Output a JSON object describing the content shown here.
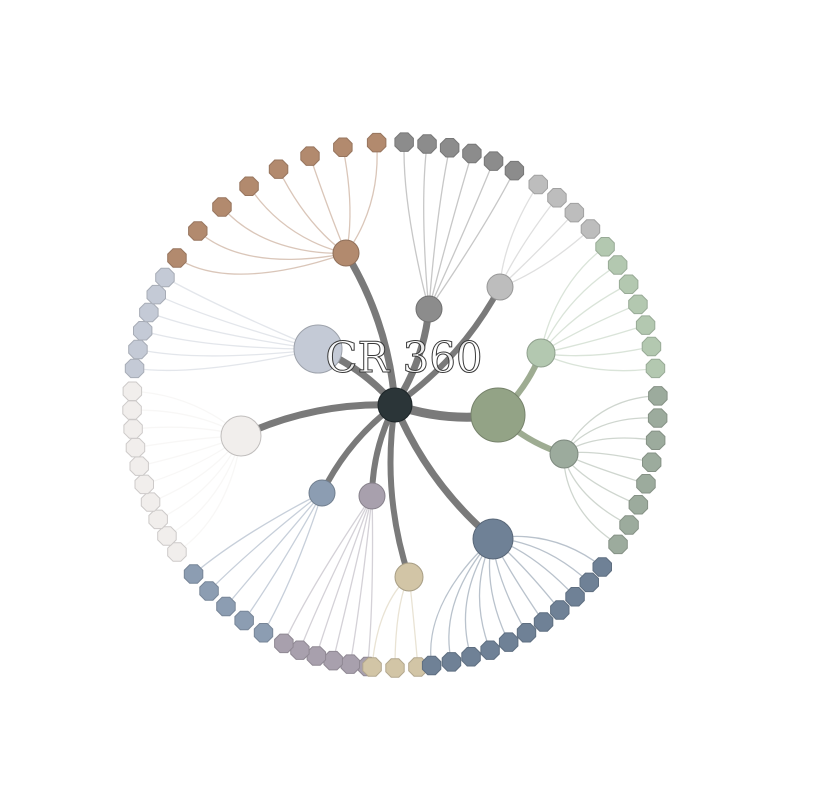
{
  "title": "CR 360",
  "colors": {
    "background": "#ffffff",
    "center": "#2b3538",
    "trunk": "#7a7a7a",
    "title_fill": "#ffffff",
    "title_stroke": "#3a3a3a"
  },
  "tree": {
    "center": {
      "id": "root"
    },
    "branches": [
      {
        "id": "copper",
        "color": "#b28a6e",
        "leaves": 8
      },
      {
        "id": "gray",
        "color": "#8c8c8c",
        "leaves": 6
      },
      {
        "id": "silver",
        "color": "#bdbdbd",
        "leaves": 4
      },
      {
        "id": "slate-light",
        "color": "#c4cad6",
        "leaves": 6
      },
      {
        "id": "sage-large",
        "color": "#93a386",
        "leaves": 0,
        "children": [
          {
            "id": "sage-light",
            "color": "#b3c8b0",
            "leaves": 7
          },
          {
            "id": "sage-dark",
            "color": "#9cab9d",
            "leaves": 8
          }
        ]
      },
      {
        "id": "off-white",
        "color": "#f1eeec",
        "leaves": 10
      },
      {
        "id": "steel",
        "color": "#8c9db2",
        "leaves": 5
      },
      {
        "id": "mauve",
        "color": "#a8a0ad",
        "leaves": 6
      },
      {
        "id": "sand",
        "color": "#d2c5a6",
        "leaves": 3
      },
      {
        "id": "navy-slate",
        "color": "#6f8196",
        "leaves": 11
      }
    ]
  }
}
